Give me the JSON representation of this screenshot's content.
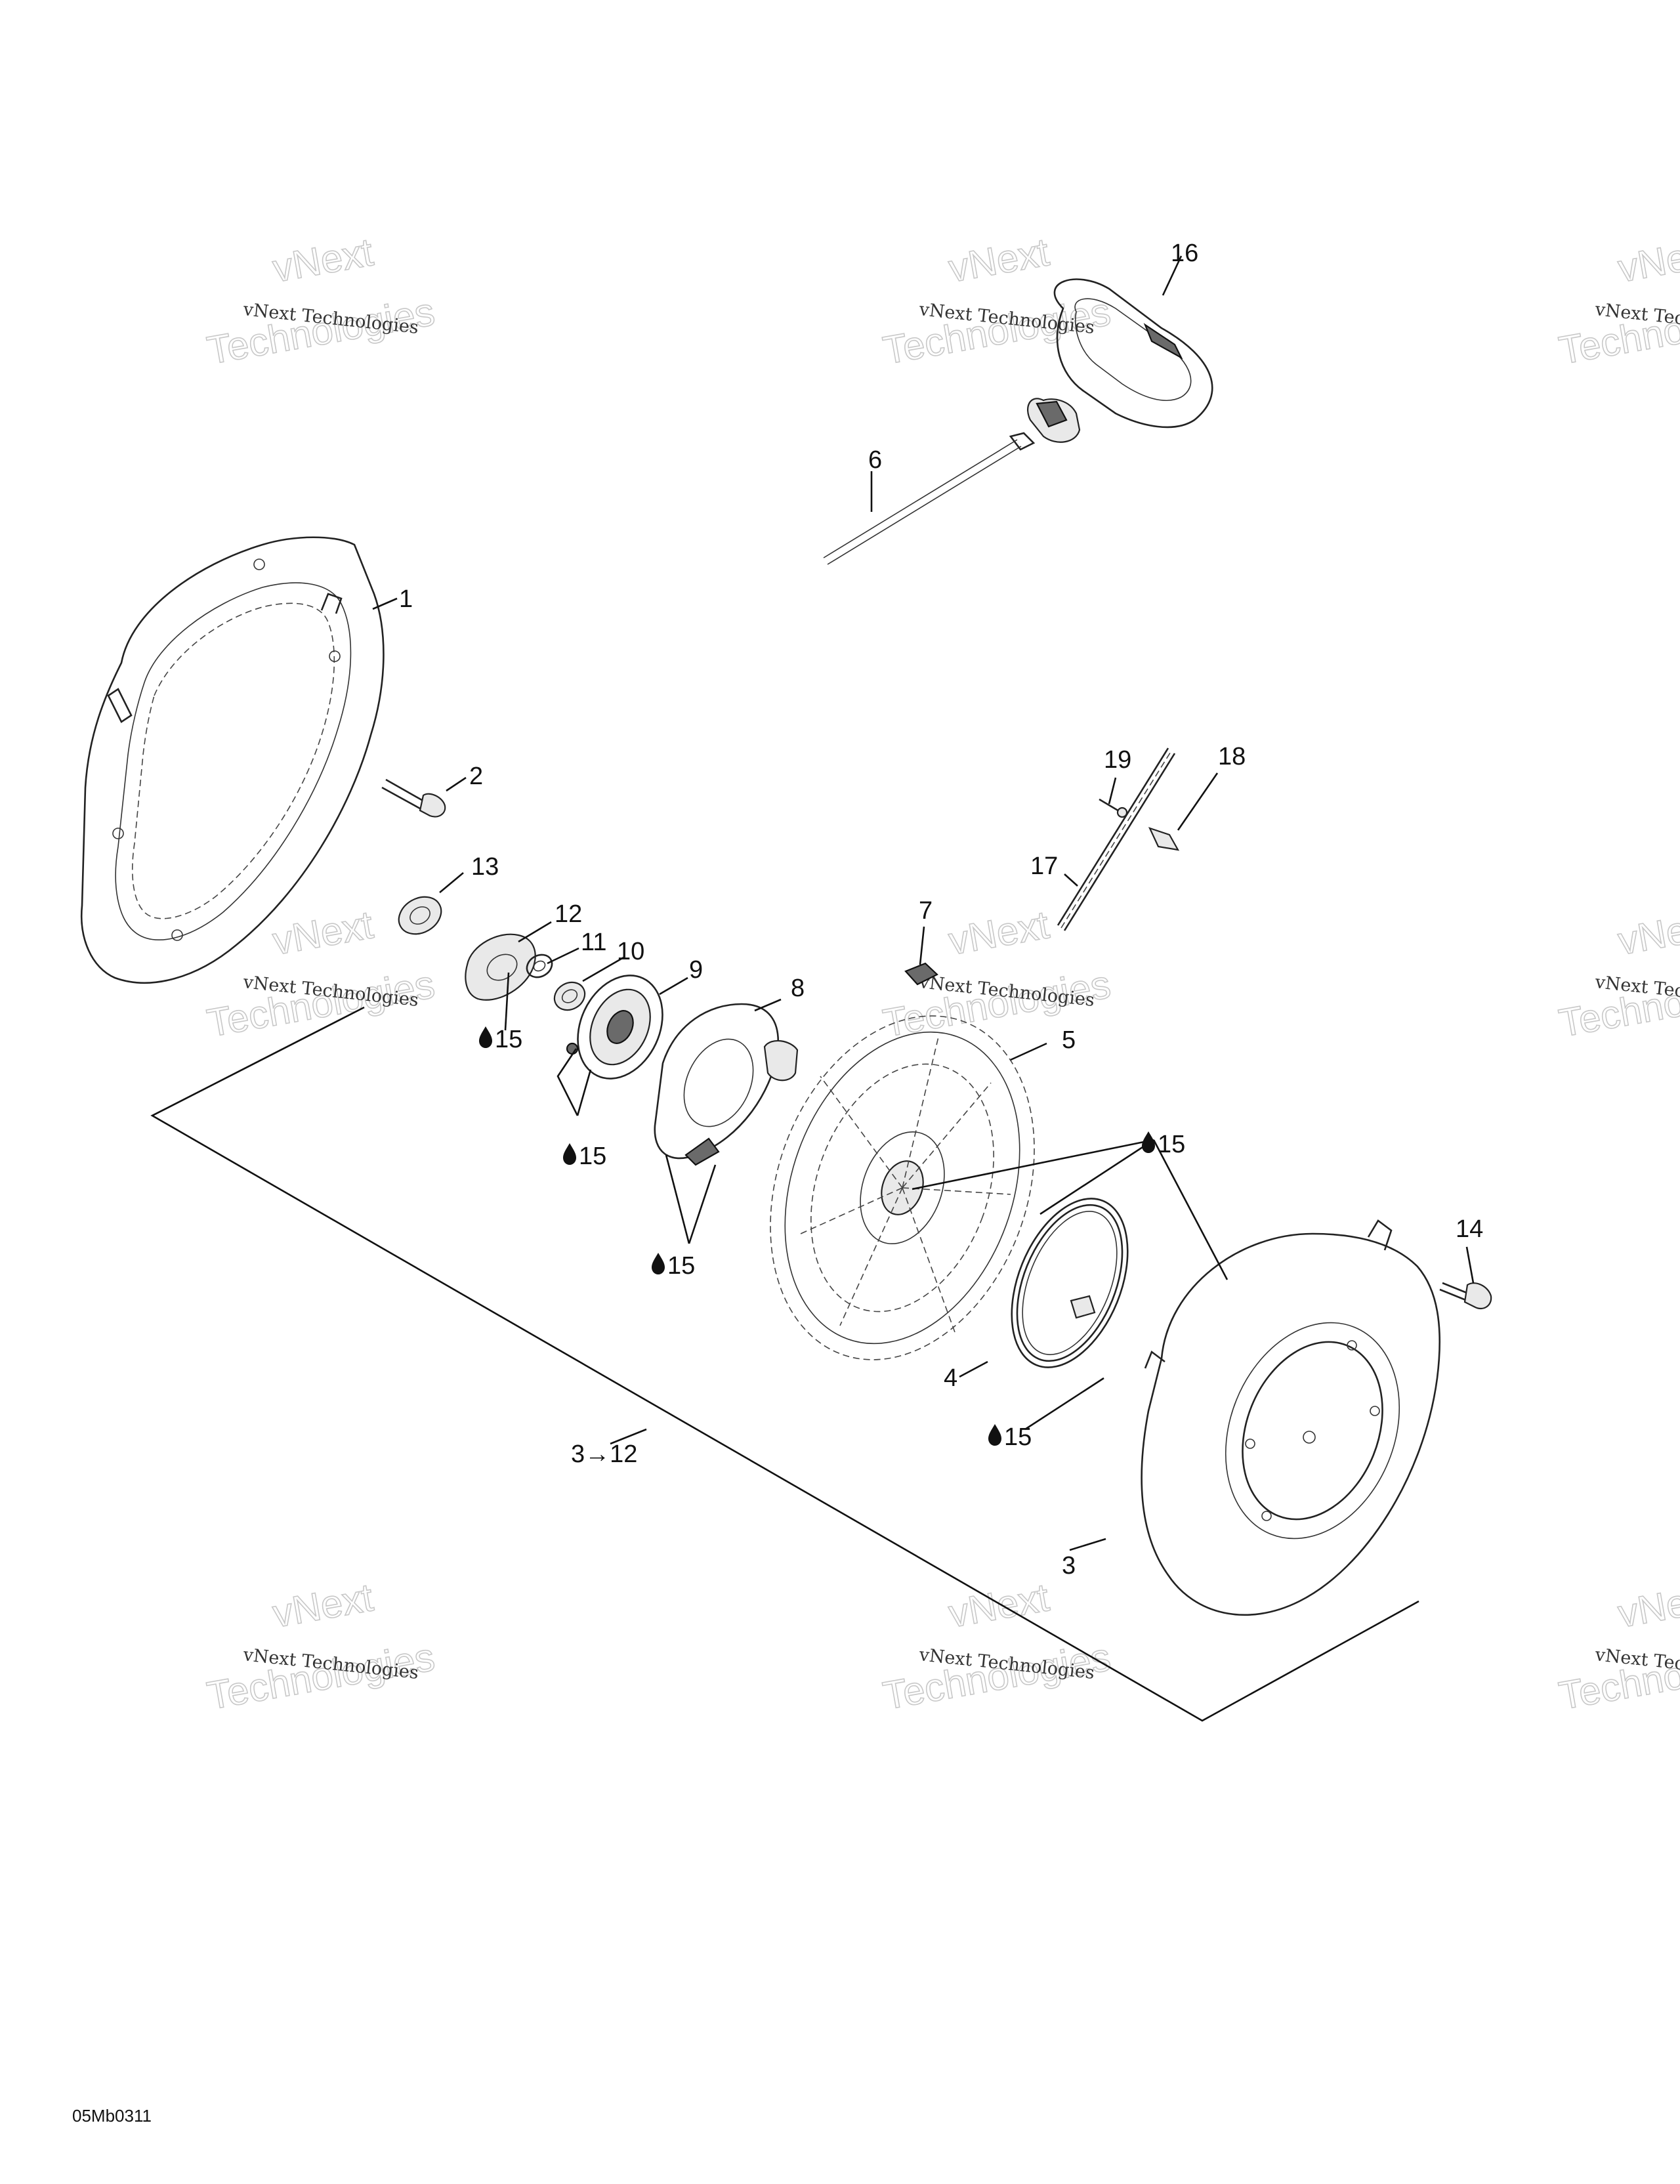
{
  "diagram": {
    "drawing_code": "05Mb0311",
    "callouts": {
      "c1": "1",
      "c2": "2",
      "c3": "3",
      "c3range": "3→12",
      "c4": "4",
      "c5": "5",
      "c6": "6",
      "c7": "7",
      "c8": "8",
      "c9": "9",
      "c10": "10",
      "c11": "11",
      "c12": "12",
      "c13": "13",
      "c14": "14",
      "c16": "16",
      "c17": "17",
      "c18": "18",
      "c19": "19"
    },
    "lubricant_callouts": [
      "15",
      "15",
      "15",
      "15",
      "15"
    ],
    "lubricant_icon": "oil-drop-icon"
  },
  "watermark": {
    "line1": "vNext Technologies",
    "line2a": "vNext",
    "line2b": "Technologies"
  }
}
